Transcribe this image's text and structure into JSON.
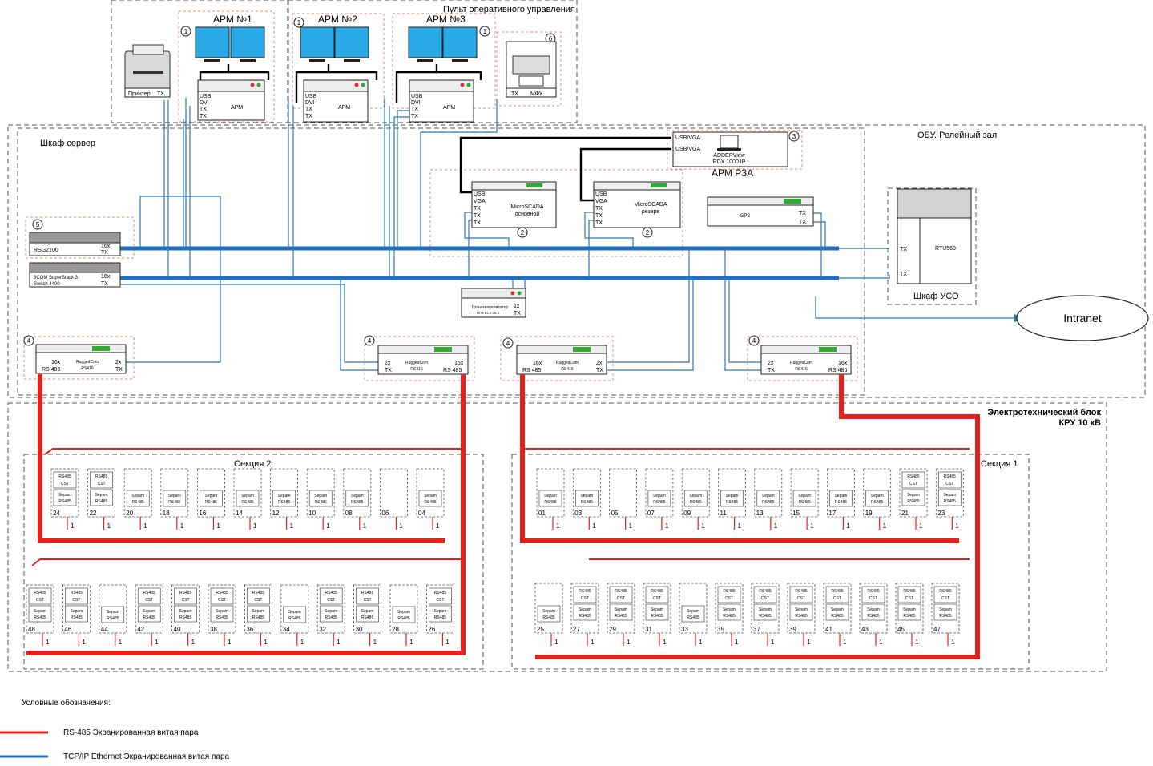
{
  "zones": {
    "pult": "Пульт оперативного управления",
    "obu": "ОБУ. Релейный зал",
    "server_cabinet": "Шкаф сервер",
    "uso_cabinet": "Шкаф УСО",
    "et_block_line1": "Электротехнический блок",
    "et_block_line2": "КРУ 10 кВ",
    "section2": "Секция  2",
    "section1": "Секция  1",
    "arm_rza": "АРМ РЗА"
  },
  "workstations": [
    {
      "title": "АРМ №1",
      "badge": "1",
      "ports": [
        "USB",
        "DVI",
        "TX",
        "TX"
      ],
      "label": "АРМ"
    },
    {
      "title": "АРМ  №2",
      "badge": "1",
      "ports": [
        "USB",
        "DVI",
        "TX",
        "TX"
      ],
      "label": "АРМ"
    },
    {
      "title": "АРМ №3",
      "badge": "1",
      "ports": [
        "USB",
        "DVI",
        "TX",
        "TX"
      ],
      "label": "АРМ"
    }
  ],
  "printer": {
    "label": "Принтер",
    "port": "TX"
  },
  "mfu": {
    "badge": "6",
    "port": "TX",
    "label": "МФУ"
  },
  "adder": {
    "ports": [
      "USB/VGA",
      "USB/VGA"
    ],
    "line1": "ADDERView",
    "line2": "RDX 1000 IP",
    "badge": "3"
  },
  "microscada": [
    {
      "ports": [
        "USB",
        "VGA",
        "TX",
        "TX",
        "TX"
      ],
      "line1": "MicroSCADA",
      "line2": "основной",
      "badge": "2"
    },
    {
      "ports": [
        "USB",
        "VGA",
        "TX",
        "TX",
        "TX"
      ],
      "line1": "MicroSCADA",
      "line2": "резерв",
      "badge": "2"
    }
  ],
  "gps": {
    "label": "GPS",
    "ports": [
      "TX",
      "TX"
    ]
  },
  "rtu": {
    "label": "RTU560",
    "ports": [
      "TX",
      "TX"
    ]
  },
  "switches": [
    {
      "label": "RSG2100",
      "ports": [
        "16x",
        "TX"
      ],
      "badge": "5"
    },
    {
      "label_line1": "3COM SuperStack 3",
      "label_line2": "Switch 4400",
      "ports": [
        "16x",
        "TX"
      ]
    }
  ],
  "firewall": {
    "line1": "Гранатеапализатор",
    "line2": "НПФ ЕС ТЭК-3",
    "ports": [
      "1x",
      "TX"
    ]
  },
  "intranet": "Intranet",
  "ruggedcom": [
    {
      "badge": "4",
      "left": [
        "16x",
        "RS 485"
      ],
      "name1": "RuggedCom",
      "name2": "RS416",
      "right": [
        "2x",
        "TX"
      ]
    },
    {
      "badge": "4",
      "left": [
        "2x",
        "TX"
      ],
      "name1": "RuggedCom",
      "name2": "RS416",
      "right": [
        "16x",
        "RS 485"
      ]
    },
    {
      "badge": "4",
      "left": [
        "16x",
        "RS 485"
      ],
      "name1": "RuggedCom",
      "name2": "RS416",
      "right": [
        "2x",
        "TX"
      ]
    },
    {
      "badge": "4",
      "left": [
        "2x",
        "TX"
      ],
      "name1": "RuggedCom",
      "name2": "RS416",
      "right": [
        "16x",
        "RS 485"
      ]
    }
  ],
  "cell_text": {
    "sepam": "Sepam",
    "rs485": "RS485",
    "cst": "CST",
    "one": "1"
  },
  "cells": {
    "s2_top": [
      "24",
      "22",
      "20",
      "18",
      "16",
      "14",
      "12",
      "10",
      "08",
      "06",
      "04"
    ],
    "s2_bot": [
      "48",
      "46",
      "44",
      "42",
      "40",
      "38",
      "36",
      "34",
      "32",
      "30",
      "28",
      "26"
    ],
    "s1_top": [
      "01",
      "03",
      "05",
      "07",
      "09",
      "11",
      "13",
      "15",
      "17",
      "19",
      "21",
      "23"
    ],
    "s1_bot": [
      "25",
      "27",
      "29",
      "31",
      "33",
      "35",
      "37",
      "39",
      "41",
      "43",
      "45",
      "47"
    ]
  },
  "legend": {
    "title": "Условные обозначения:",
    "rs485": "RS-485 Экранированная витая пара",
    "eth": "TCP/IP Ethernet Экранированная витая пара",
    "rs485_color": "#e8201c",
    "eth_color": "#1f6fbf"
  }
}
